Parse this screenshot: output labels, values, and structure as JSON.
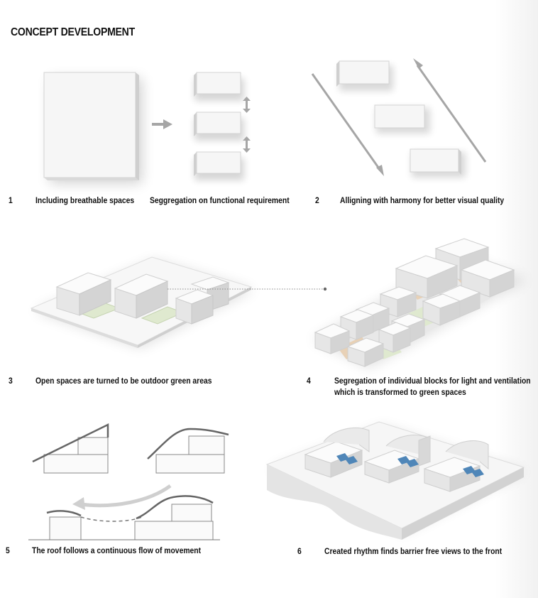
{
  "title": "CONCEPT DEVELOPMENT",
  "steps": [
    {
      "number": "1",
      "caption_a": "Including breathable spaces",
      "caption_b": "Seggregation on functional requirement"
    },
    {
      "number": "2",
      "caption": "Alligning with harmony for better visual quality"
    },
    {
      "number": "3",
      "caption": "Open spaces are turned to be outdoor green areas"
    },
    {
      "number": "4",
      "caption_line1": "Segregation of individual blocks for light and ventilation",
      "caption_line2": "which is transformed to green spaces"
    },
    {
      "number": "5",
      "caption": "The roof follows a continuous flow of movement"
    },
    {
      "number": "6",
      "caption": "Created rhythm finds barrier free views to the front"
    }
  ],
  "colors": {
    "block_face": "#f4f4f4",
    "block_side": "#d6d6d6",
    "block_top": "#fbfbfb",
    "arrow": "#a6a6a6",
    "green_space": "#dfe9cf",
    "tan_space": "#e8d1b6",
    "roof_line": "#666666",
    "view_arrow": "#4f86b8"
  }
}
